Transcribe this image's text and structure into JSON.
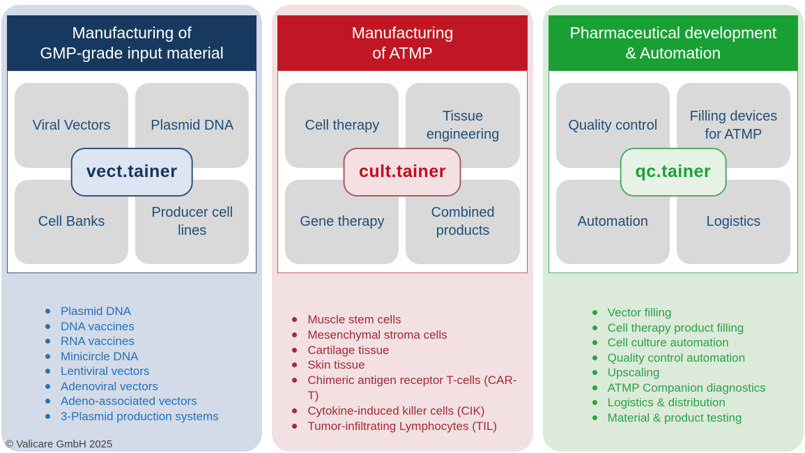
{
  "page": {
    "copyright": "© Valicare GmbH 2025"
  },
  "colors": {
    "column0": {
      "header_bg": "#17395f",
      "column_bg": "#d3dae8",
      "pill_fill": "#dde5f2",
      "pill_border": "#31537d",
      "pill_text": "#17365d",
      "bullet_text": "#2373b9"
    },
    "column1": {
      "header_bg": "#c11623",
      "column_bg": "#f2e0e2",
      "pill_fill": "#f4e0e3",
      "pill_border": "#a85a64",
      "pill_text": "#c00d1e",
      "bullet_text": "#a52a36"
    },
    "column2": {
      "header_bg": "#18a035",
      "column_bg": "#dcead9",
      "pill_fill": "#e6f2e6",
      "pill_border": "#55a86b",
      "pill_text": "#1ba23a",
      "bullet_text": "#28a349"
    },
    "box_fill": "#d9d9d9",
    "box_text": "#1f4e79"
  },
  "columns": [
    {
      "header": {
        "line1": "Manufacturing of",
        "line2": "GMP-grade input material"
      },
      "boxes": [
        "Viral Vectors",
        "Plasmid DNA",
        "Cell Banks",
        "Producer cell lines"
      ],
      "pill": "vect.tainer",
      "bullets": [
        "Plasmid DNA",
        "DNA vaccines",
        "RNA vaccines",
        "Minicircle DNA",
        "Lentiviral vectors",
        "Adenoviral vectors",
        "Adeno-associated vectors",
        "3-Plasmid production systems"
      ]
    },
    {
      "header": {
        "line1": "Manufacturing",
        "line2": "of ATMP"
      },
      "boxes": [
        "Cell therapy",
        "Tissue engineering",
        "Gene therapy",
        "Combined products"
      ],
      "pill": "cult.tainer",
      "bullets": [
        "Muscle stem cells",
        "Mesenchymal stroma cells",
        "Cartilage tissue",
        "Skin tissue",
        "Chimeric antigen receptor T-cells (CAR-T)",
        "Cytokine-induced killer cells (CIK)",
        "Tumor-infiltrating Lymphocytes (TIL)"
      ]
    },
    {
      "header": {
        "line1": "Pharmaceutical development",
        "line2": "& Automation"
      },
      "boxes": [
        "Quality control",
        "Filling devices for ATMP",
        "Automation",
        "Logistics"
      ],
      "pill": "qc.tainer",
      "bullets": [
        "Vector filling",
        "Cell therapy product filling",
        "Cell culture automation",
        "Quality control automation",
        "Upscaling",
        "ATMP Companion diagnostics",
        "Logistics & distribution",
        "Material & product testing"
      ]
    }
  ]
}
